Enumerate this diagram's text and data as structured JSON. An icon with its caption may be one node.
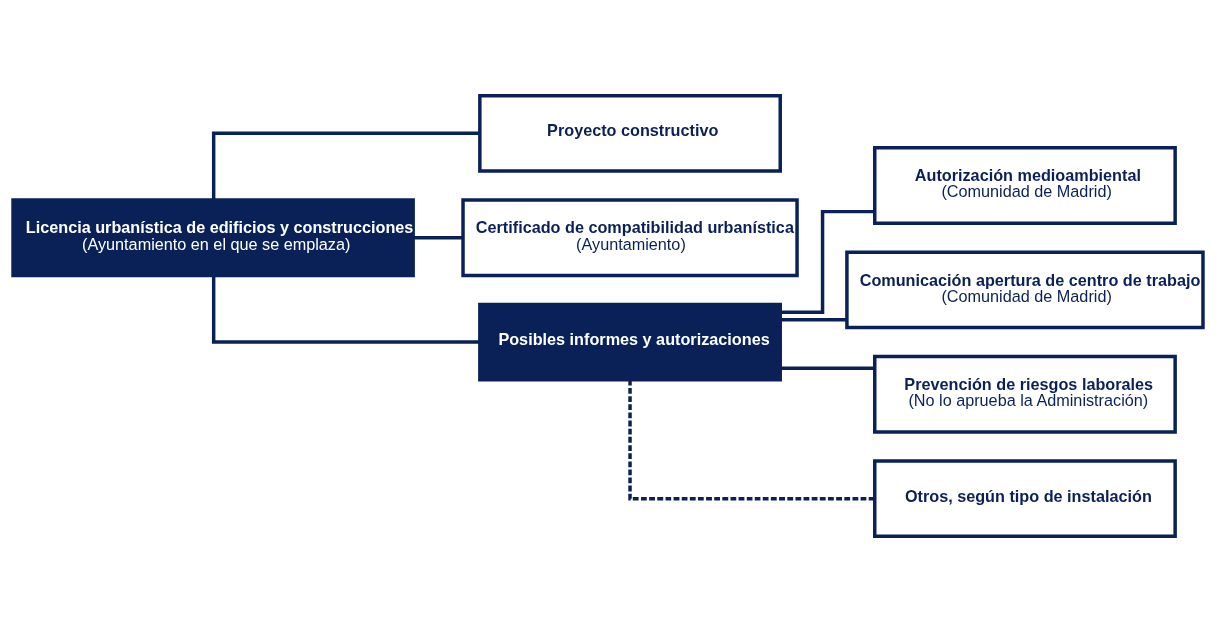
{
  "diagram": {
    "nodes": [
      {
        "text": [
          "Licencia urbanística de edificios y construcciones",
          "(Ayuntamiento en el que se emplaza)"
        ]
      },
      {
        "text": [
          "Proyecto constructivo"
        ]
      },
      {
        "text": [
          "Certificado de compatibilidad urbanística",
          "(Ayuntamiento)"
        ]
      },
      {
        "text": [
          "Posibles informes y autorizaciones"
        ]
      },
      {
        "text": [
          "Autorización medioambiental",
          "(Comunidad de Madrid)"
        ]
      },
      {
        "text": [
          "Comunicación apertura de centro de trabajo",
          "(Comunidad de Madrid)"
        ]
      },
      {
        "text": [
          "Prevención de riesgos laborales",
          "(No lo aprueba la Administración)"
        ]
      },
      {
        "text": [
          "Otros, según tipo de instalación"
        ]
      }
    ],
    "edges": [
      {
        "from": 0,
        "to": 1,
        "arrow": "none"
      },
      {
        "from": 0,
        "to": 2,
        "arrow": "none"
      },
      {
        "from": 0,
        "to": 3,
        "arrow": "none"
      },
      {
        "from": 3,
        "to": 4,
        "arrow": "none"
      },
      {
        "from": 3,
        "to": 5,
        "arrow": "none"
      },
      {
        "from": 3,
        "to": 6,
        "arrow": "none"
      },
      {
        "from": 3,
        "to": 7,
        "arrow": "none",
        "style": "dashed"
      }
    ]
  }
}
